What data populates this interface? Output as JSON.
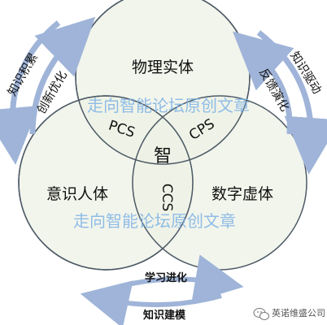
{
  "colors": {
    "circle_fill": "#eef1e6",
    "circle_stroke": "#4d5a66",
    "arrow": "#9fb4d8",
    "arrow_outline": "#7f95bd",
    "watermark": "#7fb3e6"
  },
  "circles": {
    "top": "物理实体",
    "left": "意识人体",
    "right": "数字虚体"
  },
  "intersections": {
    "top_left": "PCS",
    "top_right": "CPS",
    "bottom": "CCS",
    "center": "智"
  },
  "arrows": {
    "left_outer": "知识积累",
    "left_inner": "创新优化",
    "right_outer": "知识驱动",
    "right_inner": "反馈演化",
    "bottom_upper": "学习进化",
    "bottom_lower": "知识建模"
  },
  "watermarks": [
    "走向智能论坛原创文章",
    "走向智能论坛原创文章"
  ],
  "footer": {
    "wechat_icon": "wechat-icon",
    "account": "英诺维盛公司"
  }
}
